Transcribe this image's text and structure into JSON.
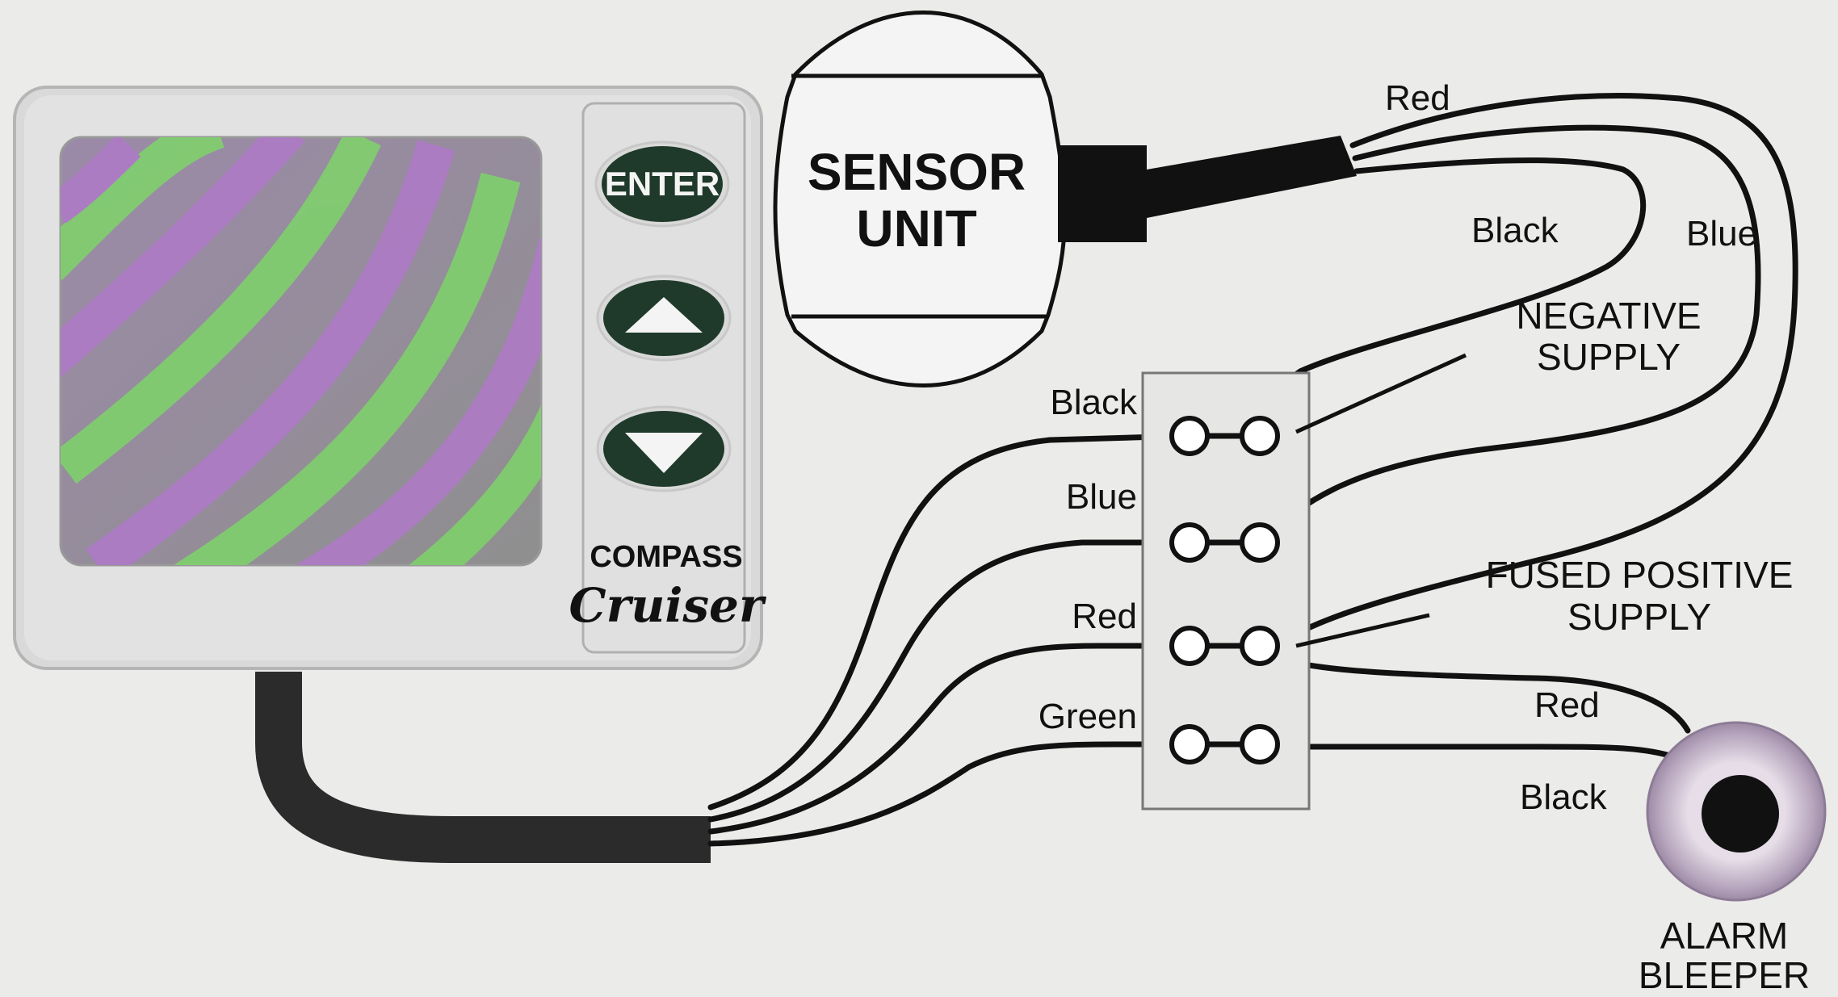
{
  "compass_unit": {
    "enter_label": "ENTER",
    "brand_line1": "COMPASS",
    "brand_line2": "Cruiser",
    "up_icon": "triangle-up-icon",
    "down_icon": "triangle-down-icon"
  },
  "sensor_unit": {
    "line1": "SENSOR",
    "line2": "UNIT"
  },
  "sensor_wire_labels": {
    "red": "Red",
    "black": "Black",
    "blue": "Blue"
  },
  "terminal_labels": {
    "black": "Black",
    "blue": "Blue",
    "red": "Red",
    "green": "Green"
  },
  "supply_labels": {
    "negative_line1": "NEGATIVE",
    "negative_line2": "SUPPLY",
    "positive_line1": "FUSED POSITIVE",
    "positive_line2": "SUPPLY"
  },
  "alarm": {
    "wire_red": "Red",
    "wire_black": "Black",
    "line1": "ALARM",
    "line2": "BLEEPER"
  },
  "colors": {
    "wire": "#111111",
    "button": "#1f3a2a",
    "screen_green": "#7ed46a",
    "screen_purple": "#b07ac8",
    "bleeper_ring": "#c9b9cc"
  }
}
